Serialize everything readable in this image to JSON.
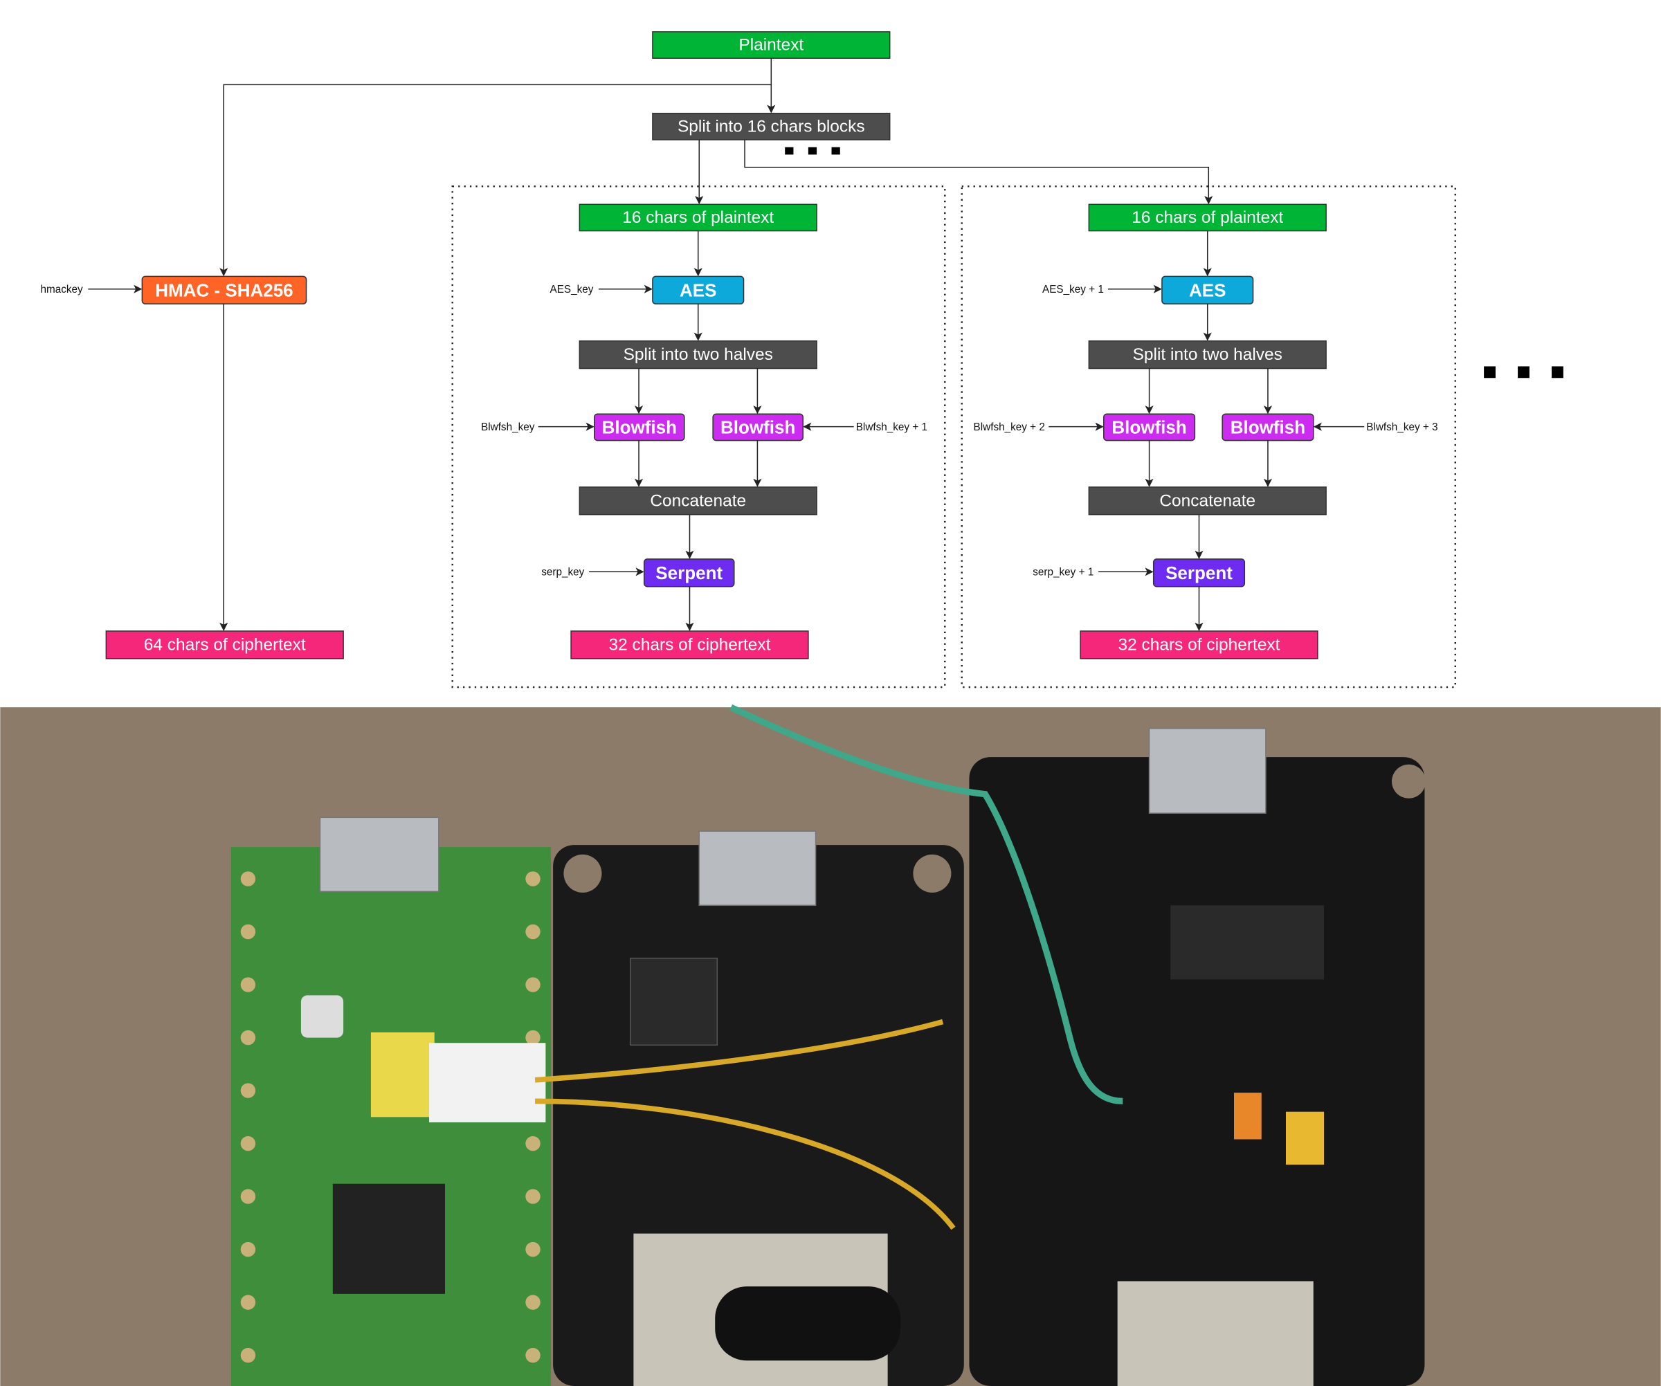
{
  "diagram": {
    "plaintext": "Plaintext",
    "split_blocks": "Split into 16 chars blocks",
    "hmac": {
      "key": "hmackey",
      "label": "HMAC - SHA256",
      "output": "64 chars of ciphertext"
    },
    "blocks": [
      {
        "input": "16 chars of plaintext",
        "aes_key": "AES_key",
        "aes": "AES",
        "split": "Split into two halves",
        "blowfish_left_key": "Blwfsh_key",
        "blowfish_right_key": "Blwfsh_key + 1",
        "blowfish": "Blowfish",
        "concat": "Concatenate",
        "serp_key": "serp_key",
        "serpent": "Serpent",
        "output": "32 chars of ciphertext"
      },
      {
        "input": "16 chars of plaintext",
        "aes_key": "AES_key + 1",
        "aes": "AES",
        "split": "Split into two halves",
        "blowfish_left_key": "Blwfsh_key + 2",
        "blowfish_right_key": "Blwfsh_key + 3",
        "blowfish": "Blowfish",
        "concat": "Concatenate",
        "serp_key": "serp_key + 1",
        "serpent": "Serpent",
        "output": "32 chars of ciphertext"
      }
    ],
    "colors": {
      "plaintext": "#00B536",
      "process": "#4D4D4D",
      "hmac": "#FF6325",
      "aes": "#0DA9DB",
      "blowfish": "#CC2BF0",
      "serpent": "#6E2BF2",
      "ciphertext": "#F5277B"
    }
  },
  "photo": {
    "description_icons": [
      "raspberry-pi-pico-board",
      "esp32-board",
      "nodemcu-lolin-board",
      "wires"
    ]
  }
}
